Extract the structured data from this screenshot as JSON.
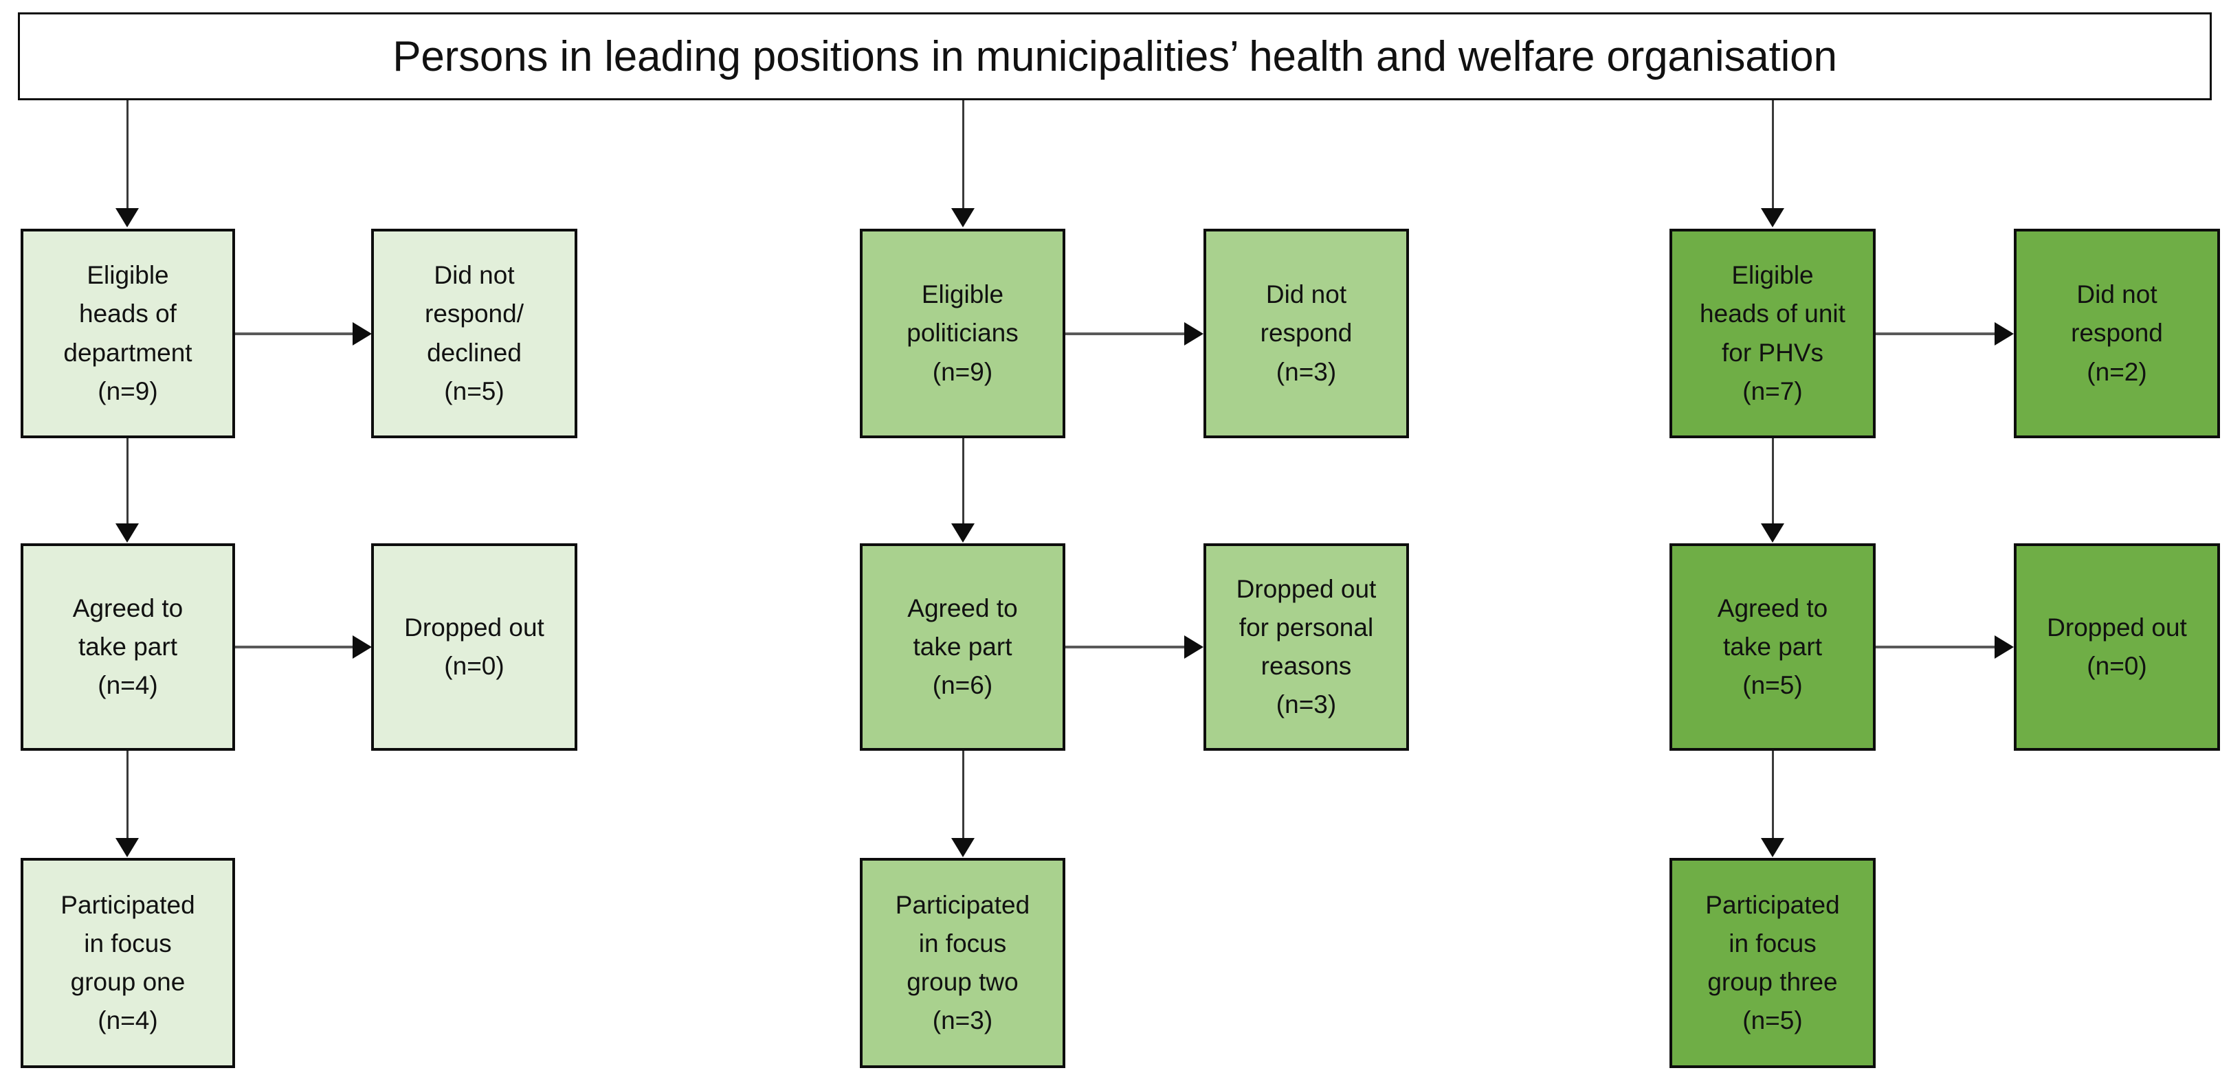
{
  "diagram": {
    "title": "Persons in leading positions in municipalities’ health and welfare organisation",
    "colors": {
      "light_green": "#E2EFDA",
      "medium_green": "#A9D18E",
      "dark_green": "#6FAE46",
      "border": "#0D0D0D",
      "connector": "#595959",
      "background": "#FFFFFF"
    },
    "columns": [
      {
        "name": "heads-of-department",
        "fill": "#E2EFDA",
        "nodes": {
          "eligible": "Eligible\nheads of\ndepartment\n(n=9)",
          "excluded": "Did not\nrespond/\ndeclined\n(n=5)",
          "agreed": "Agreed to\ntake part\n(n=4)",
          "dropped": "Dropped out\n(n=0)",
          "participated": "Participated\nin focus\ngroup one\n(n=4)"
        },
        "counts": {
          "eligible": 9,
          "excluded": 5,
          "agreed": 4,
          "dropped": 0,
          "participated": 4
        }
      },
      {
        "name": "politicians",
        "fill": "#A9D18E",
        "nodes": {
          "eligible": "Eligible\npoliticians\n(n=9)",
          "excluded": "Did not\nrespond\n(n=3)",
          "agreed": "Agreed to\ntake part\n(n=6)",
          "dropped": "Dropped out\nfor personal\nreasons\n(n=3)",
          "participated": "Participated\nin focus\ngroup two\n(n=3)"
        },
        "counts": {
          "eligible": 9,
          "excluded": 3,
          "agreed": 6,
          "dropped": 3,
          "participated": 3
        }
      },
      {
        "name": "heads-of-unit-phv",
        "fill": "#6FAE46",
        "nodes": {
          "eligible": "Eligible\nheads of unit\nfor PHVs\n(n=7)",
          "excluded": "Did not\nrespond\n(n=2)",
          "agreed": "Agreed to\ntake part\n(n=5)",
          "dropped": "Dropped out\n(n=0)",
          "participated": "Participated\nin focus\ngroup three\n(n=5)"
        },
        "counts": {
          "eligible": 7,
          "excluded": 2,
          "agreed": 5,
          "dropped": 0,
          "participated": 5
        }
      }
    ]
  }
}
